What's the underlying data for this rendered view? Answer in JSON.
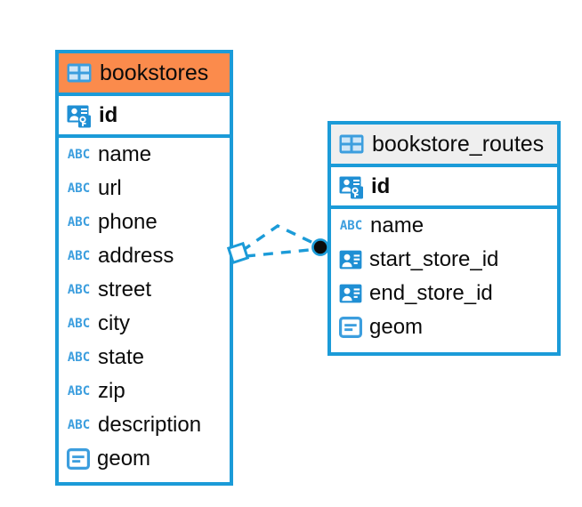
{
  "diagram": {
    "type": "entity-relationship-diagram",
    "background": "#ffffff",
    "accent_color": "#1b9bd8",
    "highlight_color": "#fb8b4c",
    "header_neutral_color": "#efefef",
    "icon_color": "#3c9ede"
  },
  "entities": [
    {
      "name": "bookstores",
      "title": "bookstores",
      "header_style": "accent",
      "table_icon": "table-icon",
      "fields": [
        {
          "label": "id",
          "icon": "primary-key-icon",
          "type": "pk"
        },
        {
          "label": "name",
          "icon": "abc-text-icon",
          "type": "text"
        },
        {
          "label": "url",
          "icon": "abc-text-icon",
          "type": "text"
        },
        {
          "label": "phone",
          "icon": "abc-text-icon",
          "type": "text"
        },
        {
          "label": "address",
          "icon": "abc-text-icon",
          "type": "text"
        },
        {
          "label": "street",
          "icon": "abc-text-icon",
          "type": "text"
        },
        {
          "label": "city",
          "icon": "abc-text-icon",
          "type": "text"
        },
        {
          "label": "state",
          "icon": "abc-text-icon",
          "type": "text"
        },
        {
          "label": "zip",
          "icon": "abc-text-icon",
          "type": "text"
        },
        {
          "label": "description",
          "icon": "abc-text-icon",
          "type": "text"
        },
        {
          "label": "geom",
          "icon": "geometry-icon",
          "type": "geom"
        }
      ]
    },
    {
      "name": "bookstore_routes",
      "title": "bookstore_routes",
      "header_style": "plain",
      "table_icon": "table-icon",
      "fields": [
        {
          "label": "id",
          "icon": "primary-key-icon",
          "type": "pk"
        },
        {
          "label": "name",
          "icon": "abc-text-icon",
          "type": "text"
        },
        {
          "label": "start_store_id",
          "icon": "foreign-key-icon",
          "type": "ref"
        },
        {
          "label": "end_store_id",
          "icon": "foreign-key-icon",
          "type": "ref"
        },
        {
          "label": "geom",
          "icon": "geometry-icon",
          "type": "geom"
        }
      ]
    }
  ],
  "relationship": {
    "name": "bookstores-to-bookstore-routes",
    "line_style": "dashed",
    "line_color": "#1b9bd8",
    "source_marker": "diamond-marker",
    "target_marker": "filled-circle-marker",
    "target_marker_color": "#0b0b0b"
  },
  "abc_icon_text": "ABC"
}
